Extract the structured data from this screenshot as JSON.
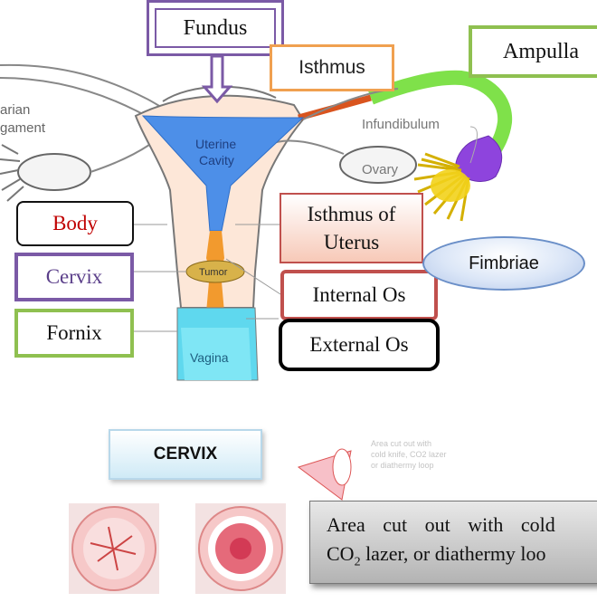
{
  "labels": {
    "fundus": "Fundus",
    "isthmus": "Isthmus",
    "ampulla": "Ampulla",
    "ovarian_ligament_1": "arian",
    "ovarian_ligament_2": "gament",
    "infundibulum": "Infundibulum",
    "ovary": "Ovary",
    "uterine_cavity_1": "Uterine",
    "uterine_cavity_2": "Cavity",
    "tumor": "Tumor",
    "vagina": "Vagina",
    "body": "Body",
    "cervix": "Cervix",
    "fornix": "Fornix",
    "isthmus_of_uterus_1": "Isthmus of",
    "isthmus_of_uterus_2": "Uterus",
    "internal_os": "Internal Os",
    "external_os": "External Os",
    "fimbriae": "Fimbriae"
  },
  "bottom": {
    "title": "CERVIX",
    "faint_lines": [
      "Area cut out with",
      "cold knife, CO2 lazer",
      "or diathermy loop"
    ],
    "note_line1": "Area cut out with cold",
    "note_line2_prefix": "CO",
    "note_line2_sub": "2",
    "note_line2_rest": " lazer, or diathermy loo"
  },
  "colors": {
    "uterine_cavity": "#4d8fe8",
    "cervical_canal": "#f29a2e",
    "vagina": "#5fd8ee",
    "fimbriae": "#f2d21b",
    "ampulla_tube": "#7fe14a",
    "infundibulum_tube": "#8e44dd",
    "isthmus_tube": "#d9541e",
    "tumor": "#d8b24a",
    "uterus_fill": "#fde7d8"
  }
}
